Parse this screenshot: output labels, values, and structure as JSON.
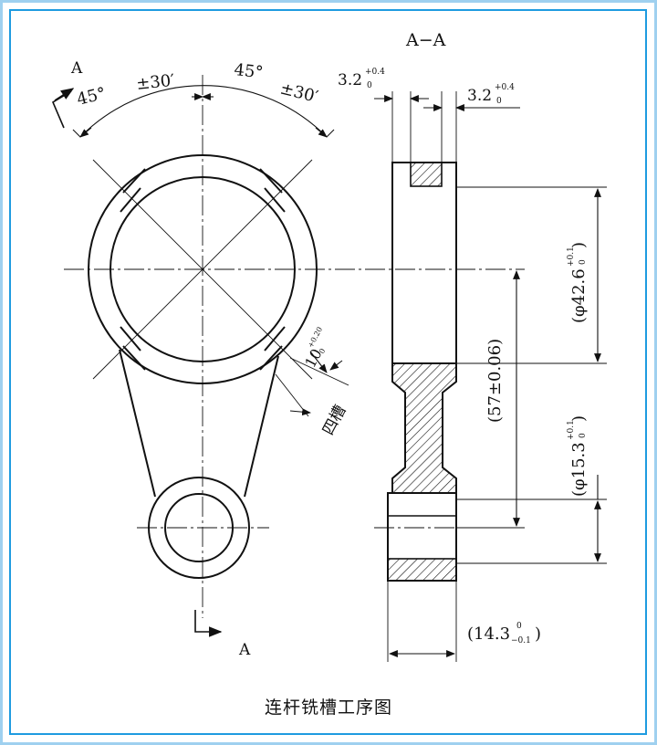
{
  "caption": "连杆铣槽工序图",
  "section_label": "A−A",
  "cut_label_top": "A",
  "cut_label_bottom": "A",
  "angle_left": "45°",
  "tol_left": "±30′",
  "angle_right": "45°",
  "tol_right": "±30′",
  "slot_width_left": "3.2",
  "slot_width_left_tol_up": "+0.4",
  "slot_width_left_tol_low": "0",
  "slot_width_right": "3.2",
  "slot_width_right_tol_up": "+0.4",
  "slot_width_right_tol_low": "0",
  "slot_depth": "10",
  "slot_depth_tol_up": "+0.20",
  "slot_depth_tol_low": "0",
  "slot_note": "四槽",
  "big_bore": "(φ42.6",
  "big_bore_tol_up": "+0.1",
  "big_bore_tol_low": "0",
  "big_bore_close": ")",
  "center_distance": "(57±0.06)",
  "small_bore": "(φ15.3",
  "small_bore_tol_up": "+0.1",
  "small_bore_tol_low": "0",
  "small_bore_close": ")",
  "thickness": "(14.3",
  "thickness_tol_up": "0",
  "thickness_tol_low": "−0.1",
  "thickness_close": ")"
}
